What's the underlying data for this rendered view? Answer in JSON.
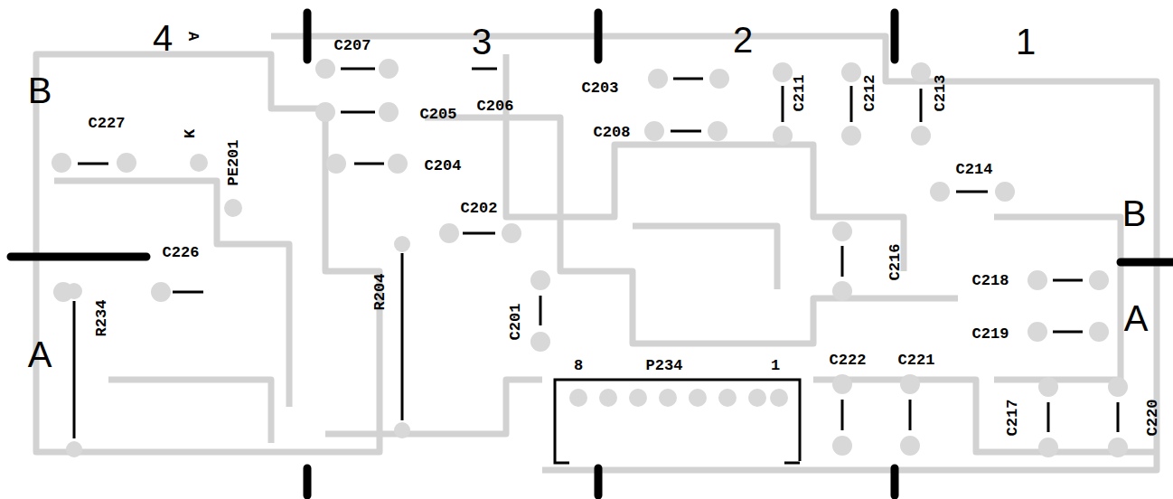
{
  "diagram": {
    "labels": [
      "4",
      "A",
      "3",
      "2",
      "1",
      "B",
      "C227",
      "K",
      "PE201",
      "C207",
      "C205",
      "C206",
      "C204",
      "C202",
      "C203",
      "C208",
      "C211",
      "C212",
      "C213",
      "C214",
      "B",
      "C226",
      "C216",
      "C218",
      "C219",
      "A",
      "R234",
      "A",
      "R204",
      "C201",
      "8",
      "P234",
      "1",
      "C222",
      "C221",
      "C217",
      "C220"
    ]
  }
}
